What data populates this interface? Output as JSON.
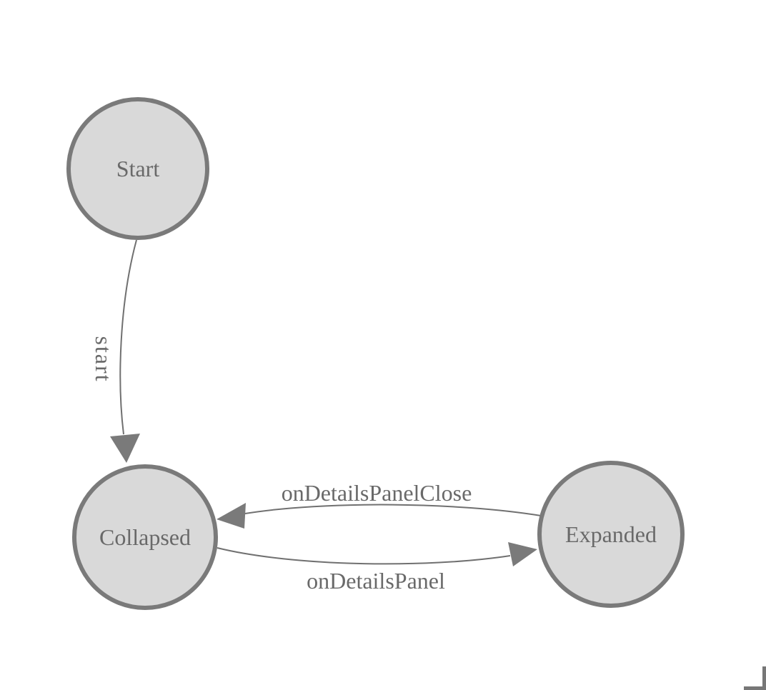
{
  "diagram": {
    "type": "state-machine",
    "nodes": [
      {
        "id": "start",
        "label": "Start"
      },
      {
        "id": "collapsed",
        "label": "Collapsed"
      },
      {
        "id": "expanded",
        "label": "Expanded"
      }
    ],
    "edges": [
      {
        "from": "start",
        "to": "collapsed",
        "label": "start"
      },
      {
        "from": "expanded",
        "to": "collapsed",
        "label": "onDetailsPanelClose"
      },
      {
        "from": "collapsed",
        "to": "expanded",
        "label": "onDetailsPanel"
      }
    ],
    "colors": {
      "background": "#ffffff",
      "node_fill": "#d9d9d9",
      "node_border": "#7a7a7a",
      "node_text": "#696969",
      "edge_line": "#707070",
      "edge_arrow": "#7a7a7a",
      "edge_text": "#696969",
      "resize_corner": "#777777"
    }
  }
}
